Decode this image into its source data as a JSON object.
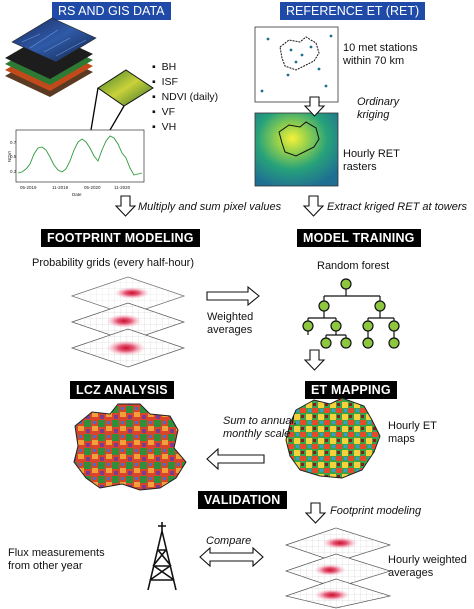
{
  "headers": {
    "rs_gis": "RS AND GIS DATA",
    "ref_et": "REFERENCE ET (RET)",
    "footprint": "FOOTPRINT MODELING",
    "model_training": "MODEL TRAINING",
    "lcz": "LCZ ANALYSIS",
    "et_mapping": "ET MAPPING",
    "validation": "VALIDATION"
  },
  "rs_layers": [
    "BH",
    "ISF",
    "NDVI (daily)",
    "VF",
    "VH"
  ],
  "ndvi_chart": {
    "ylabel": "NDVI",
    "xlabel": "Date",
    "yticks": [
      "0.7",
      "0.5",
      "0.3"
    ],
    "xticks": [
      "05-2019",
      "11-2019",
      "05-2020",
      "11-2020"
    ]
  },
  "ret": {
    "stations": "10 met stations within 70 km",
    "stations_l1": "10 met stations",
    "stations_l2": "within 70 km",
    "kriging_l1": "Ordinary",
    "kriging_l2": "kriging",
    "rasters_l1": "Hourly RET",
    "rasters_l2": "rasters"
  },
  "steps": {
    "multiply_sum": "Multiply and sum pixel values",
    "extract_kriged": "Extract kriged RET at towers",
    "prob_grids": "Probability grids (every half-hour)",
    "random_forest": "Random forest",
    "weighted_l1": "Weighted",
    "weighted_l2": "averages",
    "sum_l1": "Sum to annual,",
    "sum_l2": "monthly scale",
    "et_maps_l1": "Hourly ET",
    "et_maps_l2": "maps",
    "footprint_modeling": "Footprint modeling",
    "compare": "Compare",
    "flux_l1": "Flux measurements",
    "flux_l2": "from other year",
    "hw_l1": "Hourly weighted",
    "hw_l2": "averages"
  },
  "colors": {
    "header_blue": "#1f4aa8",
    "header_black": "#000000",
    "ndvi_line": "#2e9a3a",
    "tree_node": "#8dc63f",
    "kriging_field": "#3aa57a"
  }
}
